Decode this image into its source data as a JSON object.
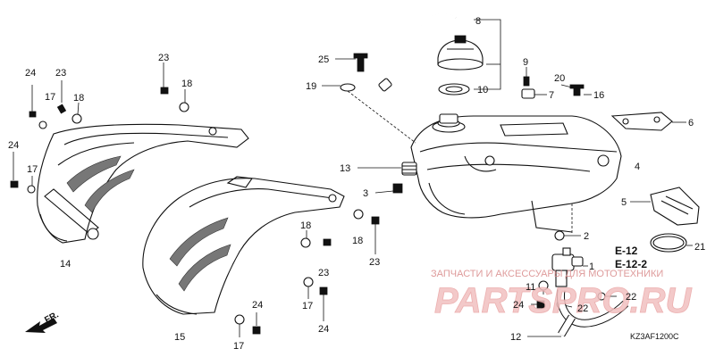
{
  "callouts": {
    "c24a": "24",
    "c23a": "23",
    "c17a": "17",
    "c18a": "18",
    "c23b": "23",
    "c18b": "18",
    "c24b": "24",
    "c17b": "17",
    "c14": "14",
    "c15": "15",
    "c18c": "18",
    "c23c": "23",
    "c18d": "18",
    "c23d": "23",
    "c17c": "17",
    "c24c": "24",
    "c24d": "24",
    "c17d": "17",
    "c25": "25",
    "c19": "19",
    "c8": "8",
    "c10": "10",
    "c9": "9",
    "c7": "7",
    "c20": "20",
    "c16": "16",
    "c6": "6",
    "c4": "4",
    "c13": "13",
    "c3": "3",
    "c5": "5",
    "c21": "21",
    "c2": "2",
    "c1": "1",
    "c11": "11",
    "c22a": "22",
    "c24e": "24",
    "c22b": "22",
    "c12": "12"
  },
  "refs": {
    "e12": "E-12",
    "e122": "E-12-2"
  },
  "front_label": "FR.",
  "watermark": {
    "tagline": "ЗАПЧАСТИ И АКСЕССУАРЫ ДЛЯ МОТОТЕХНИКИ",
    "brand": "PARTSPRO.RU"
  },
  "diagram_code": "KZ3AF1200C",
  "colors": {
    "line": "#111111",
    "watermark": "#e9a3a3",
    "watermark_text": "#d98a8a"
  }
}
